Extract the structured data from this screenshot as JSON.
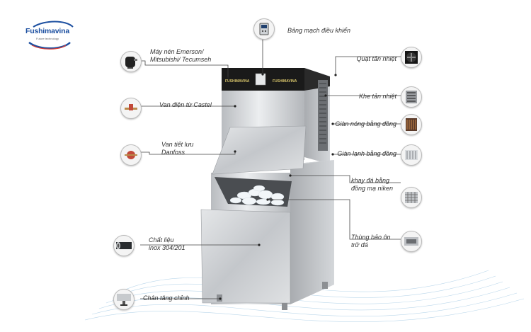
{
  "logo": {
    "name": "Fushimavina",
    "tagline": "Future technology"
  },
  "machine": {
    "brand_label": "FUSHIMAVINA"
  },
  "labels": {
    "control_board": "Bảng mạch điều khiển",
    "compressor": "Máy nén Emerson/\nMitsubishi/ Tecumseh",
    "cooling_fan": "Quạt tản nhiệt",
    "solenoid_valve": "Van điện từ Castel",
    "vent_slot": "Khe tản nhiệt",
    "condenser": "Giàn nóng bằng đồng",
    "expansion_valve": "Van tiết lưu\nDanfoss",
    "evaporator": "Giàn lạnh bằng đồng",
    "ice_tray": "khay đá bằng\nđồng mạ niken",
    "storage_bin": "Thùng bảo ôn\ntrữ đá",
    "material": "Chất liệu\ninox 304/201",
    "adjustable_feet": "Chân tăng chỉnh"
  },
  "icons": {
    "control_board": "control-board-icon",
    "compressor": "compressor-icon",
    "cooling_fan": "fan-icon",
    "solenoid_valve": "valve-icon",
    "vent_slot": "vent-icon",
    "condenser": "condenser-coil-icon",
    "expansion_valve": "expansion-valve-icon",
    "evaporator": "evaporator-icon",
    "ice_tray": "ice-tray-icon",
    "storage_bin": "storage-bin-icon",
    "material": "stainless-pipe-icon",
    "adjustable_feet": "adjustable-foot-icon"
  },
  "colors": {
    "logo_blue": "#1c4fa0",
    "steel": "#c9ccd0",
    "line": "#444444",
    "wave": "#a9cde6"
  }
}
